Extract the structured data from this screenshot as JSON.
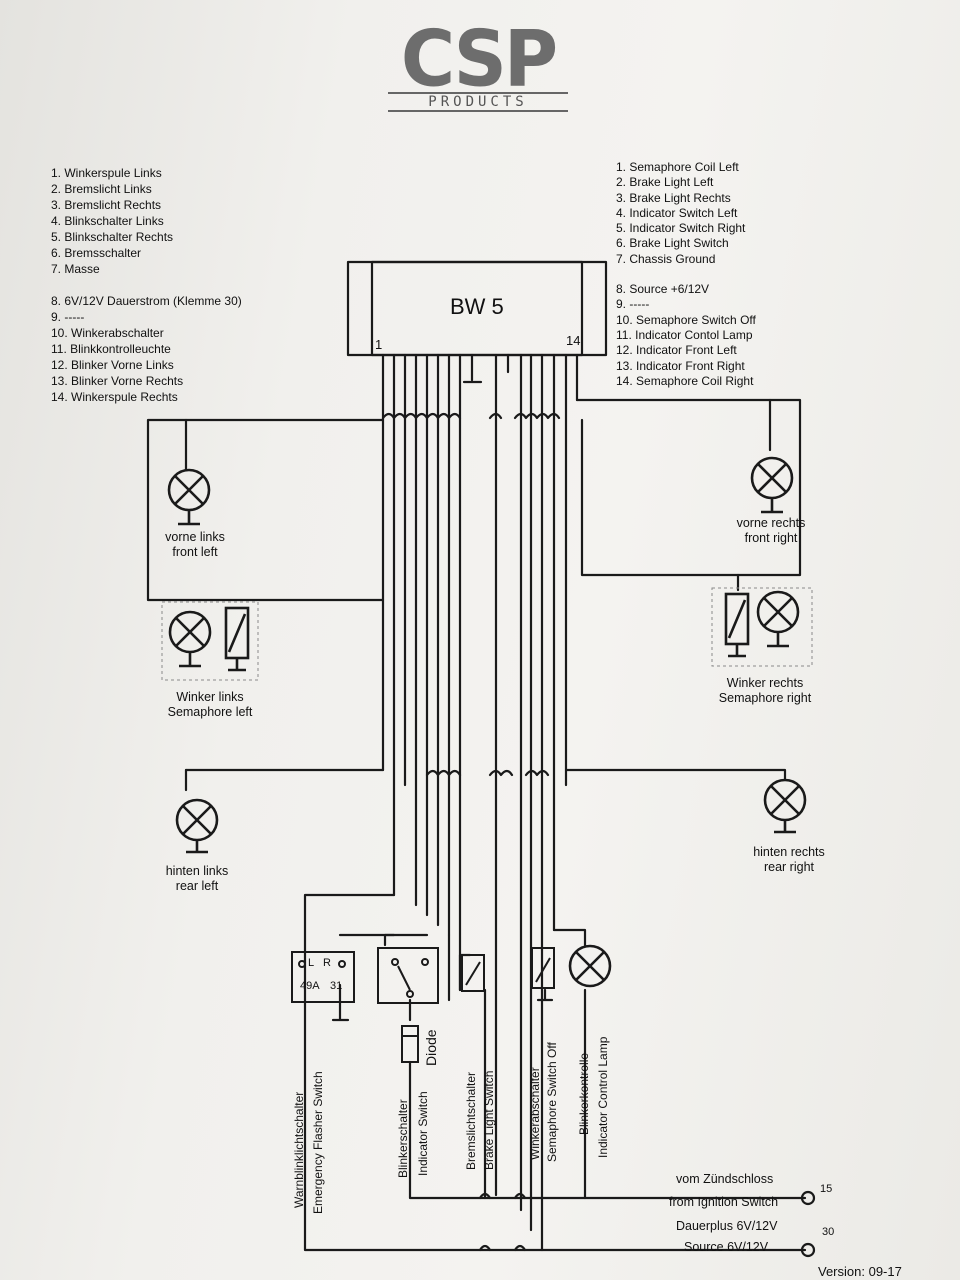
{
  "logo": {
    "main": "CSP",
    "sub": "PRODUCTS"
  },
  "legend_de": [
    "1. Winkerspule Links",
    "2. Bremslicht Links",
    "3. Bremslicht Rechts",
    "4. Blinkschalter Links",
    "5. Blinkschalter Rechts",
    "6. Bremsschalter",
    "7. Masse",
    "8. 6V/12V Dauerstrom (Klemme 30)",
    "9. -----",
    "10. Winkerabschalter",
    "11. Blinkkontrolleuchte",
    "12. Blinker Vorne Links",
    "13. Blinker Vorne Rechts",
    "14. Winkerspule Rechts"
  ],
  "legend_en": [
    "1. Semaphore Coil Left",
    "2. Brake Light Left",
    "3. Brake Light Rechts",
    "4. Indicator Switch Left",
    "5. Indicator Switch Right",
    "6. Brake Light Switch",
    "7. Chassis Ground",
    "8. Source +6/12V",
    "9. -----",
    "10. Semaphore Switch Off",
    "11. Indicator Contol Lamp",
    "12. Indicator Front Left",
    "13. Indicator Front Right",
    "14. Semaphore Coil Right"
  ],
  "module": {
    "label": "BW 5",
    "pin_first": "1",
    "pin_last": "14"
  },
  "lamps": {
    "front_left": [
      "vorne links",
      "front left"
    ],
    "front_right": [
      "vorne rechts",
      "front right"
    ],
    "semaphore_left": [
      "Winker links",
      "Semaphore left"
    ],
    "semaphore_right": [
      "Winker rechts",
      "Semaphore right"
    ],
    "rear_left": [
      "hinten links",
      "rear left"
    ],
    "rear_right": [
      "hinten rechts",
      "rear right"
    ]
  },
  "flasher_switch": {
    "l": "L",
    "r": "R",
    "p49a": "49A",
    "p31": "31"
  },
  "diode": "Diode",
  "switches": {
    "emergency": [
      "Warnblinklichtschalter",
      "Emergency Flasher Switch"
    ],
    "indicator": [
      "Blinkerschalter",
      "Indicator Switch"
    ],
    "brake": [
      "Bremslichtschalter",
      "Brake Light Switch"
    ],
    "semaphore_off": [
      "Winkerabschalter",
      "Semaphore Switch Off"
    ],
    "control_lamp": [
      "Blinkerkontrolle",
      "Indicator Control Lamp"
    ]
  },
  "terminals": {
    "ignition": {
      "de": "vom Zündschloss",
      "en": "from Ignition Switch",
      "num": "15"
    },
    "source": {
      "de": "Dauerplus 6V/12V",
      "en": "Source 6V/12V",
      "num": "30"
    }
  },
  "version": "Version: 09-17"
}
